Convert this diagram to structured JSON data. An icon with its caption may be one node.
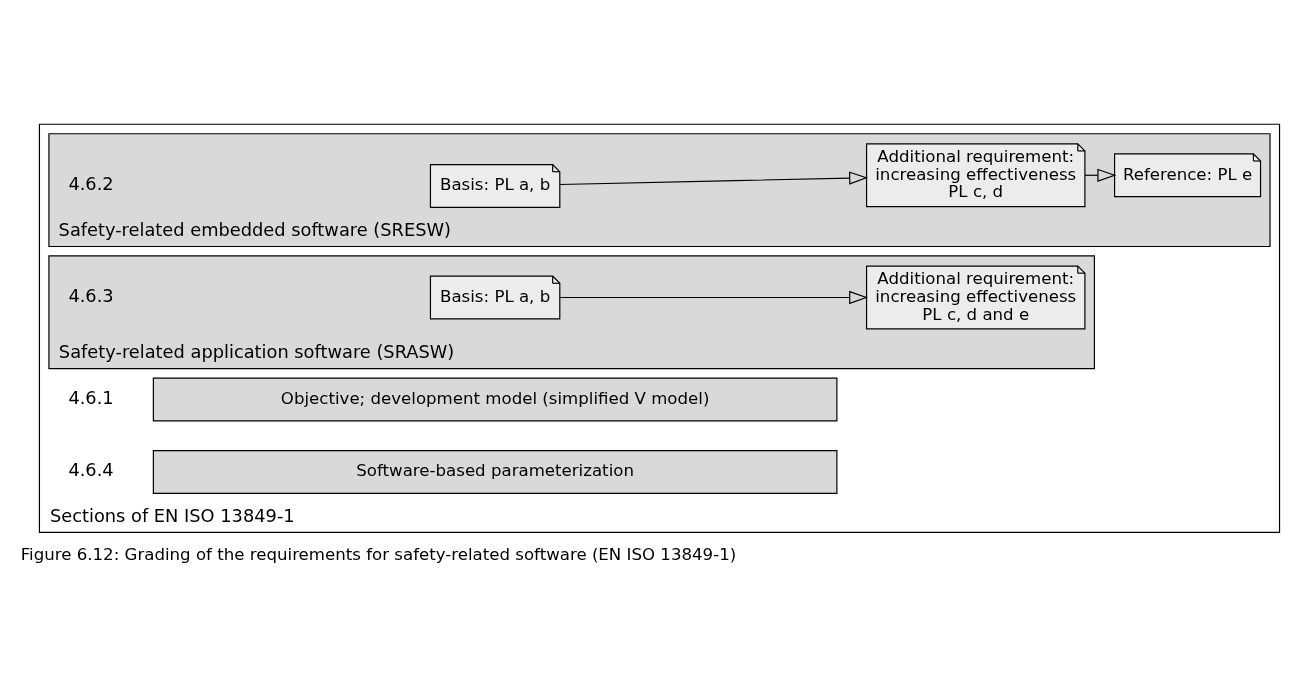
{
  "diagram": {
    "caption": "Figure 6.12: Grading of the requirements for safety-related software (EN ISO 13849-1)",
    "nodes": [
      {
        "text": [
          "Sections of EN ISO 13849-1"
        ]
      },
      {
        "text": [
          "Objective; development model (simplified V model)"
        ],
        "in": 0,
        "beside": [
          "4.6.1"
        ]
      },
      {
        "text": [
          "Safety-related embedded software (SRESW)"
        ],
        "in": 0,
        "beside": [
          "4.6.2"
        ]
      },
      {
        "text": [
          "Basis: PL a, b"
        ],
        "in": 2
      },
      {
        "text": [
          "Additional requirement: increasing effectiveness PL c, d"
        ],
        "in": 2
      },
      {
        "text": [
          "Reference: PL e"
        ],
        "in": 2
      },
      {
        "text": [
          "Safety-related application software (SRASW)"
        ],
        "in": 0,
        "beside": [
          "4.6.3"
        ]
      },
      {
        "text": [
          "Basis: PL a, b"
        ],
        "in": 6
      },
      {
        "text": [
          "Additional requirement: increasing effectiveness PL c, d and e"
        ],
        "in": 6
      },
      {
        "text": [
          "Software-based parameterization"
        ],
        "in": 0,
        "beside": [
          "4.6.4"
        ]
      }
    ],
    "edges": [
      {
        "from": 3,
        "to": 4,
        "arrow": "to"
      },
      {
        "from": 4,
        "to": 5,
        "arrow": "to"
      },
      {
        "from": 7,
        "to": 8,
        "arrow": "to"
      }
    ]
  }
}
